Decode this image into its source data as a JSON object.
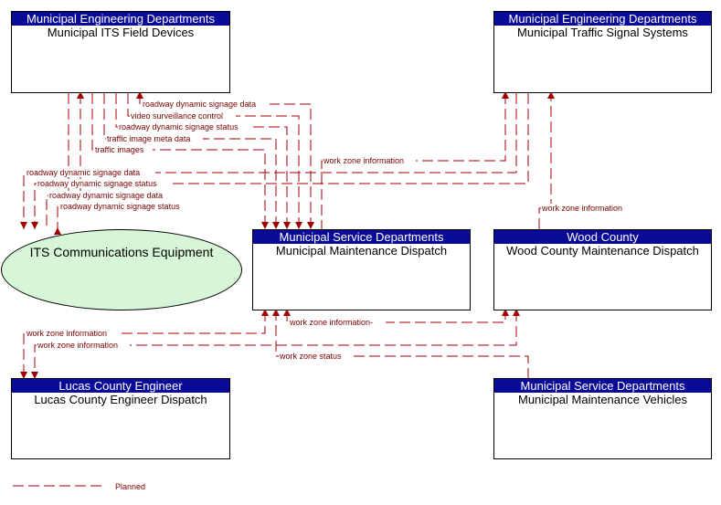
{
  "elements": {
    "its_field": {
      "header": "Municipal Engineering Departments",
      "title": "Municipal ITS Field Devices"
    },
    "traffic_signal": {
      "header": "Municipal Engineering Departments",
      "title": "Municipal Traffic Signal Systems"
    },
    "its_comm": {
      "title": "ITS Communications Equipment"
    },
    "maint_dispatch": {
      "header": "Municipal Service Departments",
      "title": "Municipal Maintenance Dispatch"
    },
    "wood_dispatch": {
      "header": "Wood County",
      "title": "Wood County Maintenance Dispatch"
    },
    "lucas_dispatch": {
      "header": "Lucas County Engineer",
      "title": "Lucas County Engineer Dispatch"
    },
    "maint_vehicles": {
      "header": "Municipal Service Departments",
      "title": "Municipal Maintenance Vehicles"
    }
  },
  "flows": [
    {
      "label": "roadway dynamic signage data"
    },
    {
      "label": "video surveillance control"
    },
    {
      "label": "roadway dynamic signage status"
    },
    {
      "label": "traffic image meta data"
    },
    {
      "label": "traffic images"
    },
    {
      "label": "work zone information"
    },
    {
      "label": "roadway dynamic signage data"
    },
    {
      "label": "roadway dynamic signage status"
    },
    {
      "label": "roadway dynamic signage data"
    },
    {
      "label": "roadway dynamic signage status"
    },
    {
      "label": "work zone information"
    },
    {
      "label": "work zone information"
    },
    {
      "label": "work zone information"
    },
    {
      "label": "work zone information-"
    },
    {
      "label": "work zone status"
    }
  ],
  "legend": {
    "label": "Planned"
  },
  "colors": {
    "header_bg": "#0a0a99",
    "flow_line": "#a00000",
    "ellipse_fill": "#d7f5d7"
  }
}
